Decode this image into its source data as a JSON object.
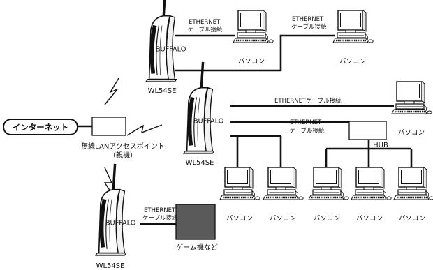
{
  "internet": "インターネット",
  "access_point": {
    "line1": "無線LANアクセスポイント",
    "line2": "（親機）"
  },
  "routers": [
    {
      "label": "WL54SE"
    },
    {
      "label": "WL54SE"
    },
    {
      "label": "WL54SE"
    }
  ],
  "router_brand": "BUFFALO",
  "hub": "HUB",
  "game": "ゲーム機など",
  "pc": "パソコン",
  "cables": {
    "top_left": {
      "line1": "ETHERNET",
      "line2": "ケーブル接続"
    },
    "top_right": {
      "line1": "ETHERNET",
      "line2": "ケーブル接続"
    },
    "mid_long": "ETHERNETケーブル接続",
    "mid_hub": {
      "line1": "ETHERNET",
      "line2": "ケーブル接続"
    },
    "bottom": {
      "line1": "ETHERNET",
      "line2": "ケーブル接続"
    }
  },
  "colors": {
    "line": "#111111",
    "game_device": "#5a5a5a",
    "background": "#ffffff"
  }
}
